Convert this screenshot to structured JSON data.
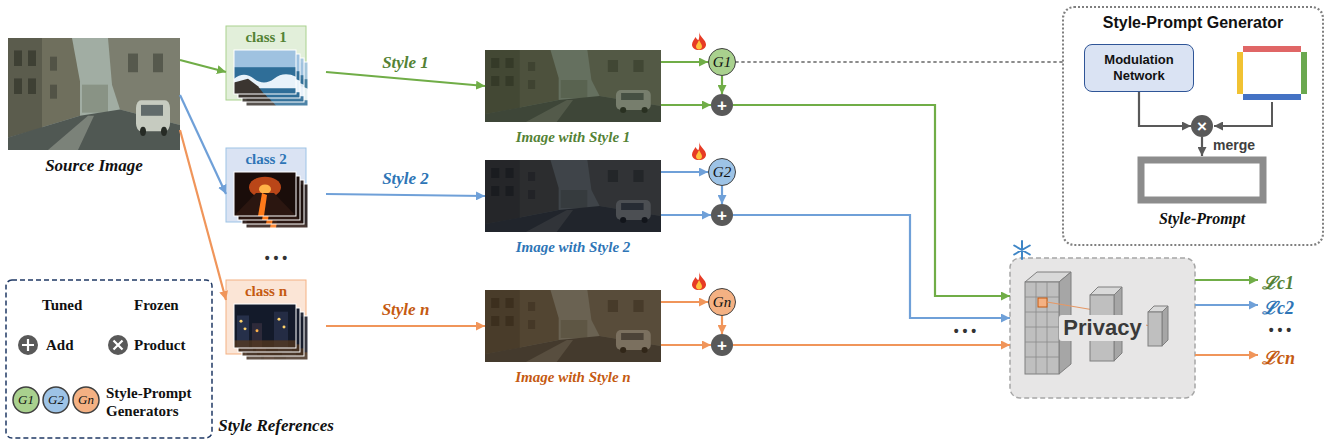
{
  "diagram": {
    "nodes": [
      {
        "text": [
          "Source Image"
        ]
      },
      {
        "text": [
          "class 1"
        ]
      },
      {
        "text": [
          "class 2"
        ]
      },
      {
        "text": [
          "class n"
        ]
      },
      {
        "text": [
          "Image with Style 1"
        ]
      },
      {
        "text": [
          "G1"
        ]
      },
      {
        "text": [
          "+"
        ]
      },
      {
        "text": [
          "Image with Style 2"
        ]
      },
      {
        "text": [
          "G2"
        ]
      },
      {
        "text": [
          "+"
        ]
      },
      {
        "text": [
          "Image with Style n"
        ]
      },
      {
        "text": [
          "Gn"
        ]
      },
      {
        "text": [
          "+"
        ]
      },
      {
        "text": [
          "Style-Prompt Generator"
        ]
      },
      {
        "text": [
          "Modulation Network"
        ],
        "in": 13
      },
      {
        "text": [
          "×"
        ],
        "in": 13
      },
      {
        "text": [
          "Style-Prompt"
        ],
        "in": 13
      },
      {
        "text": [
          "Privacy"
        ]
      },
      {
        "text": [
          "ℒc1"
        ]
      },
      {
        "text": [
          "ℒc2"
        ]
      },
      {
        "text": [
          "ℒcn"
        ]
      }
    ],
    "edges": [
      {
        "from": 0,
        "to": 1,
        "arrow": "to"
      },
      {
        "from": 0,
        "to": 2,
        "arrow": "to"
      },
      {
        "from": 0,
        "to": 3,
        "arrow": "to"
      },
      {
        "from": 1,
        "to": 4,
        "label": "Style 1",
        "arrow": "to"
      },
      {
        "from": 2,
        "to": 7,
        "label": "Style 2",
        "arrow": "to"
      },
      {
        "from": 3,
        "to": 10,
        "label": "Style n",
        "arrow": "to"
      },
      {
        "from": 4,
        "to": 5,
        "arrow": "to"
      },
      {
        "from": 4,
        "to": 6,
        "arrow": "to"
      },
      {
        "from": 5,
        "to": 6,
        "arrow": "to"
      },
      {
        "from": 5,
        "to": 13,
        "arrow": "none"
      },
      {
        "from": 6,
        "to": 17,
        "arrow": "to"
      },
      {
        "from": 7,
        "to": 8,
        "arrow": "to"
      },
      {
        "from": 7,
        "to": 9,
        "arrow": "to"
      },
      {
        "from": 8,
        "to": 9,
        "arrow": "to"
      },
      {
        "from": 9,
        "to": 17,
        "arrow": "to"
      },
      {
        "from": 10,
        "to": 11,
        "arrow": "to"
      },
      {
        "from": 10,
        "to": 12,
        "arrow": "to"
      },
      {
        "from": 11,
        "to": 12,
        "arrow": "to"
      },
      {
        "from": 12,
        "to": 17,
        "arrow": "to"
      },
      {
        "from": 14,
        "to": 15,
        "arrow": "to"
      },
      {
        "from": 15,
        "to": 16,
        "label": "merge",
        "arrow": "to"
      },
      {
        "from": 17,
        "to": 18,
        "arrow": "to"
      },
      {
        "from": 17,
        "to": 19,
        "arrow": "to"
      },
      {
        "from": 17,
        "to": 20,
        "arrow": "to"
      }
    ],
    "labels": [
      "• • •",
      "Style References",
      "• • •",
      "• • •",
      "G1",
      "G2",
      "Gn"
    ],
    "legend": [
      {
        "text": "Tuned"
      },
      {
        "text": "Frozen"
      },
      {
        "text": "Add"
      },
      {
        "text": "Product"
      },
      {
        "text": "Style-Prompt Generators"
      }
    ]
  }
}
